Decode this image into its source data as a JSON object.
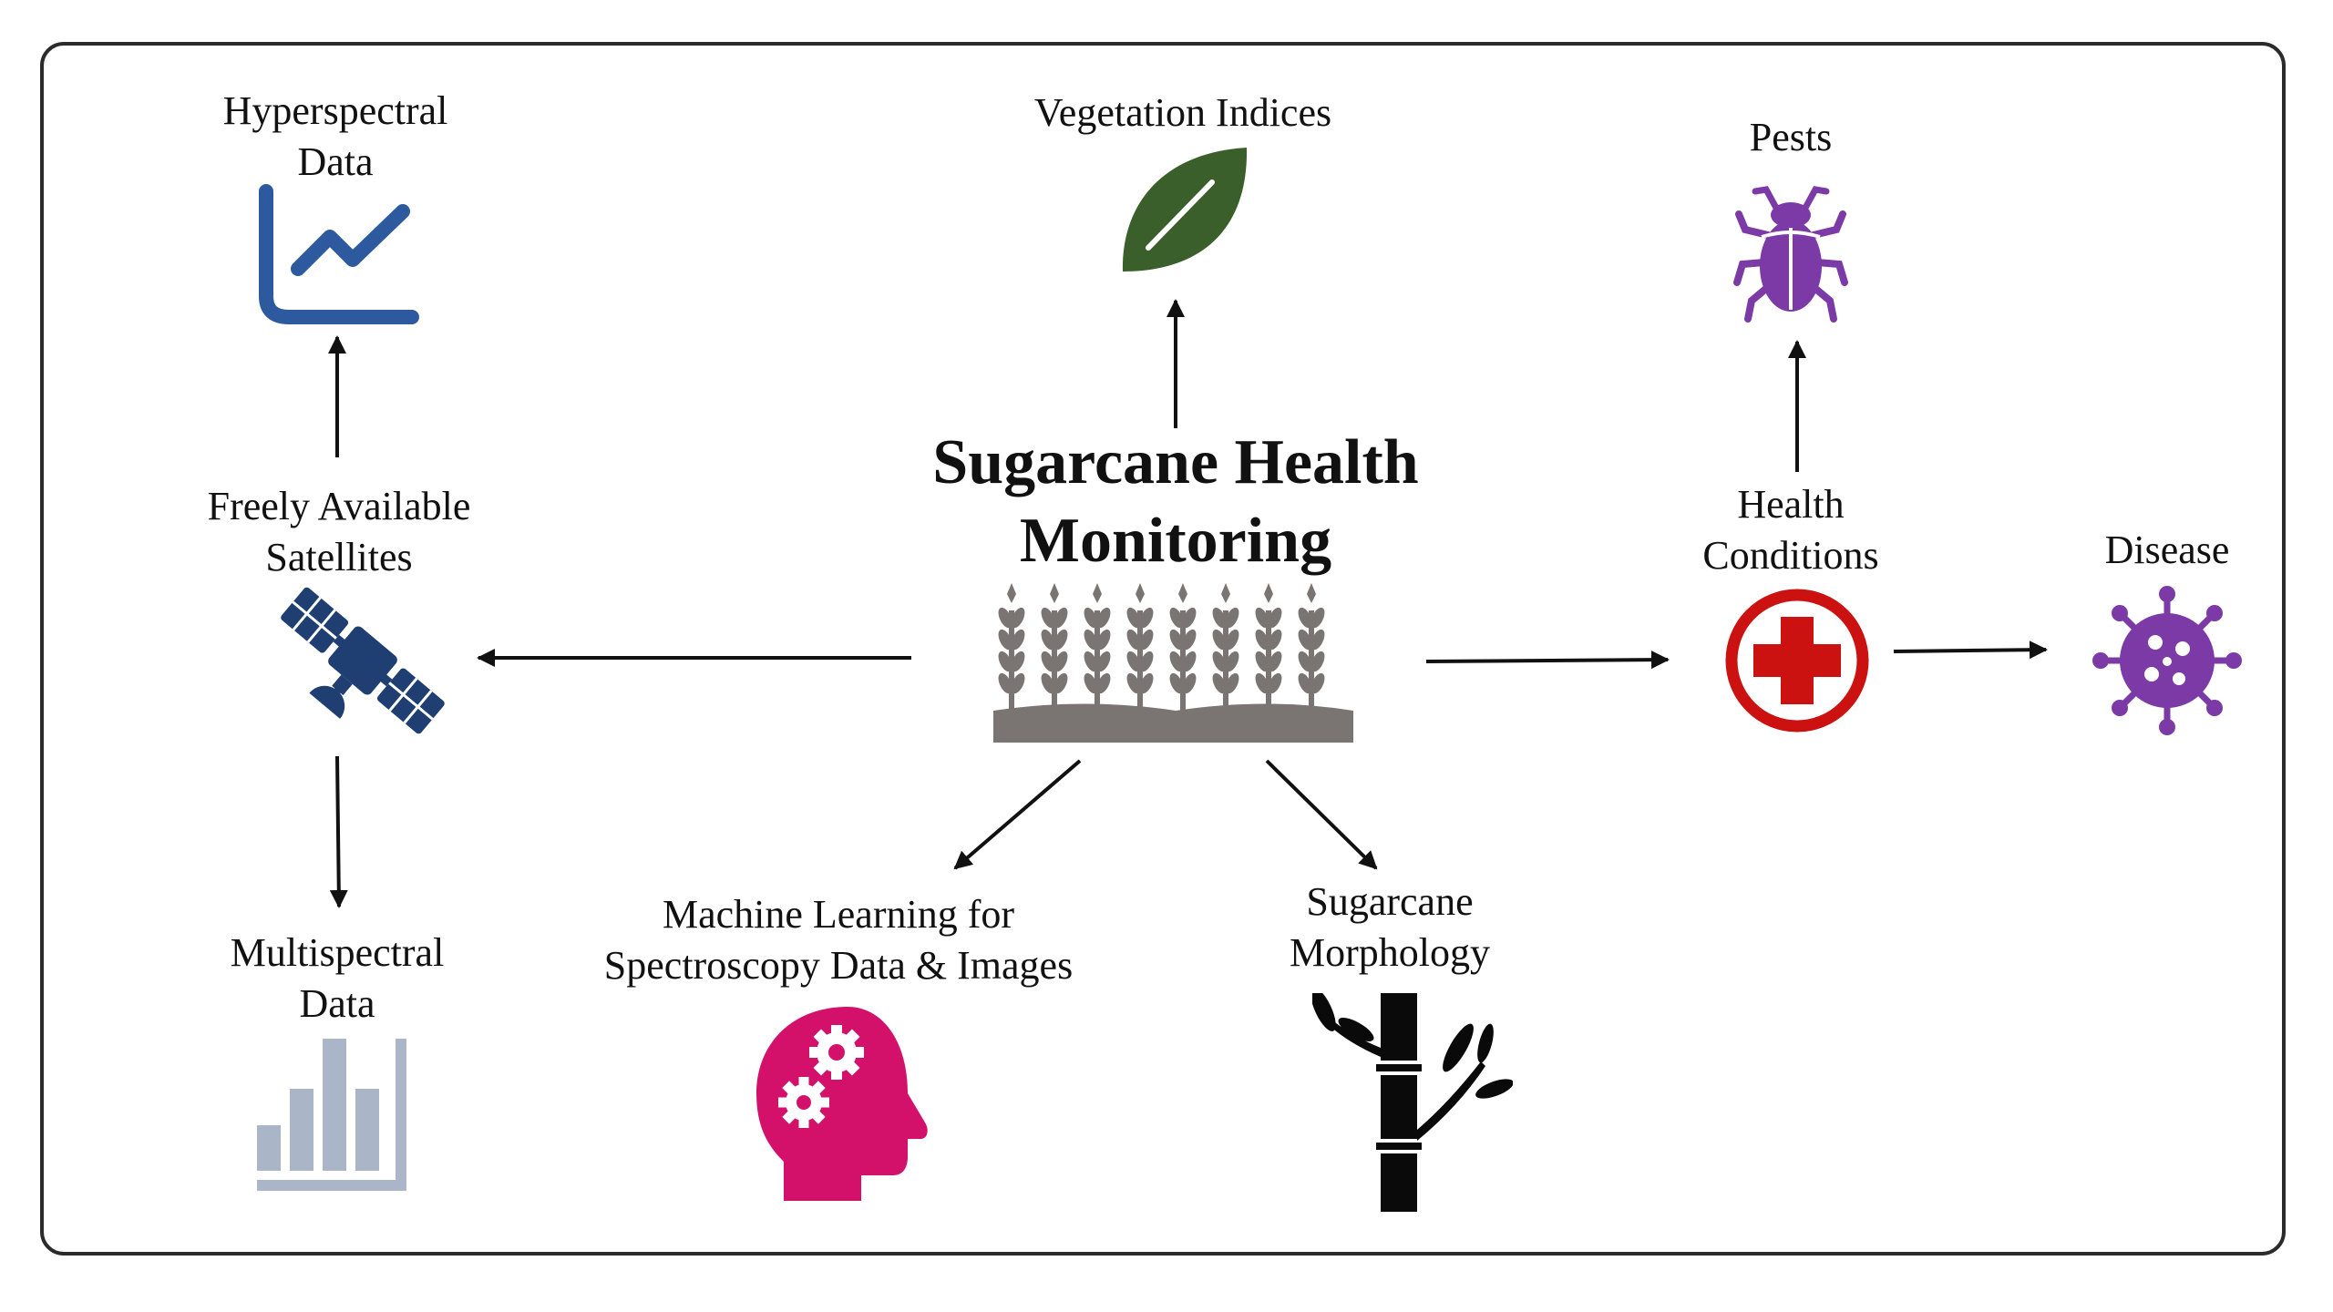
{
  "center": {
    "title": "Sugarcane Health\nMonitoring"
  },
  "nodes": {
    "hyperspectral": "Hyperspectral\nData",
    "vegetation": "Vegetation Indices",
    "pests": "Pests",
    "satellites": "Freely Available\nSatellites",
    "health": "Health\nConditions",
    "disease": "Disease",
    "multispectral": "Multispectral\nData",
    "ml": "Machine Learning for\nSpectroscopy Data & Images",
    "morphology": "Sugarcane\nMorphology"
  },
  "icons": {
    "hyperspectral": "line-chart-icon",
    "vegetation": "leaf-icon",
    "pests": "beetle-icon",
    "satellites": "satellite-icon",
    "health": "medical-cross-icon",
    "disease": "virus-icon",
    "multispectral": "bar-chart-icon",
    "ml": "head-gears-icon",
    "morphology": "bamboo-icon",
    "center": "sugarcane-field-icon"
  },
  "colors": {
    "frame": "#2b2b2b",
    "arrow": "#111111",
    "line_chart": "#2d5a9e",
    "leaf": "#3a5f2a",
    "beetle": "#7b3aa6",
    "satellite": "#1f3f73",
    "medical": "#cc1111",
    "virus": "#7b3aa6",
    "bar_chart": "#aab6c8",
    "head": "#d4116a",
    "bamboo": "#0a0a0a",
    "field": "#7a7572"
  }
}
